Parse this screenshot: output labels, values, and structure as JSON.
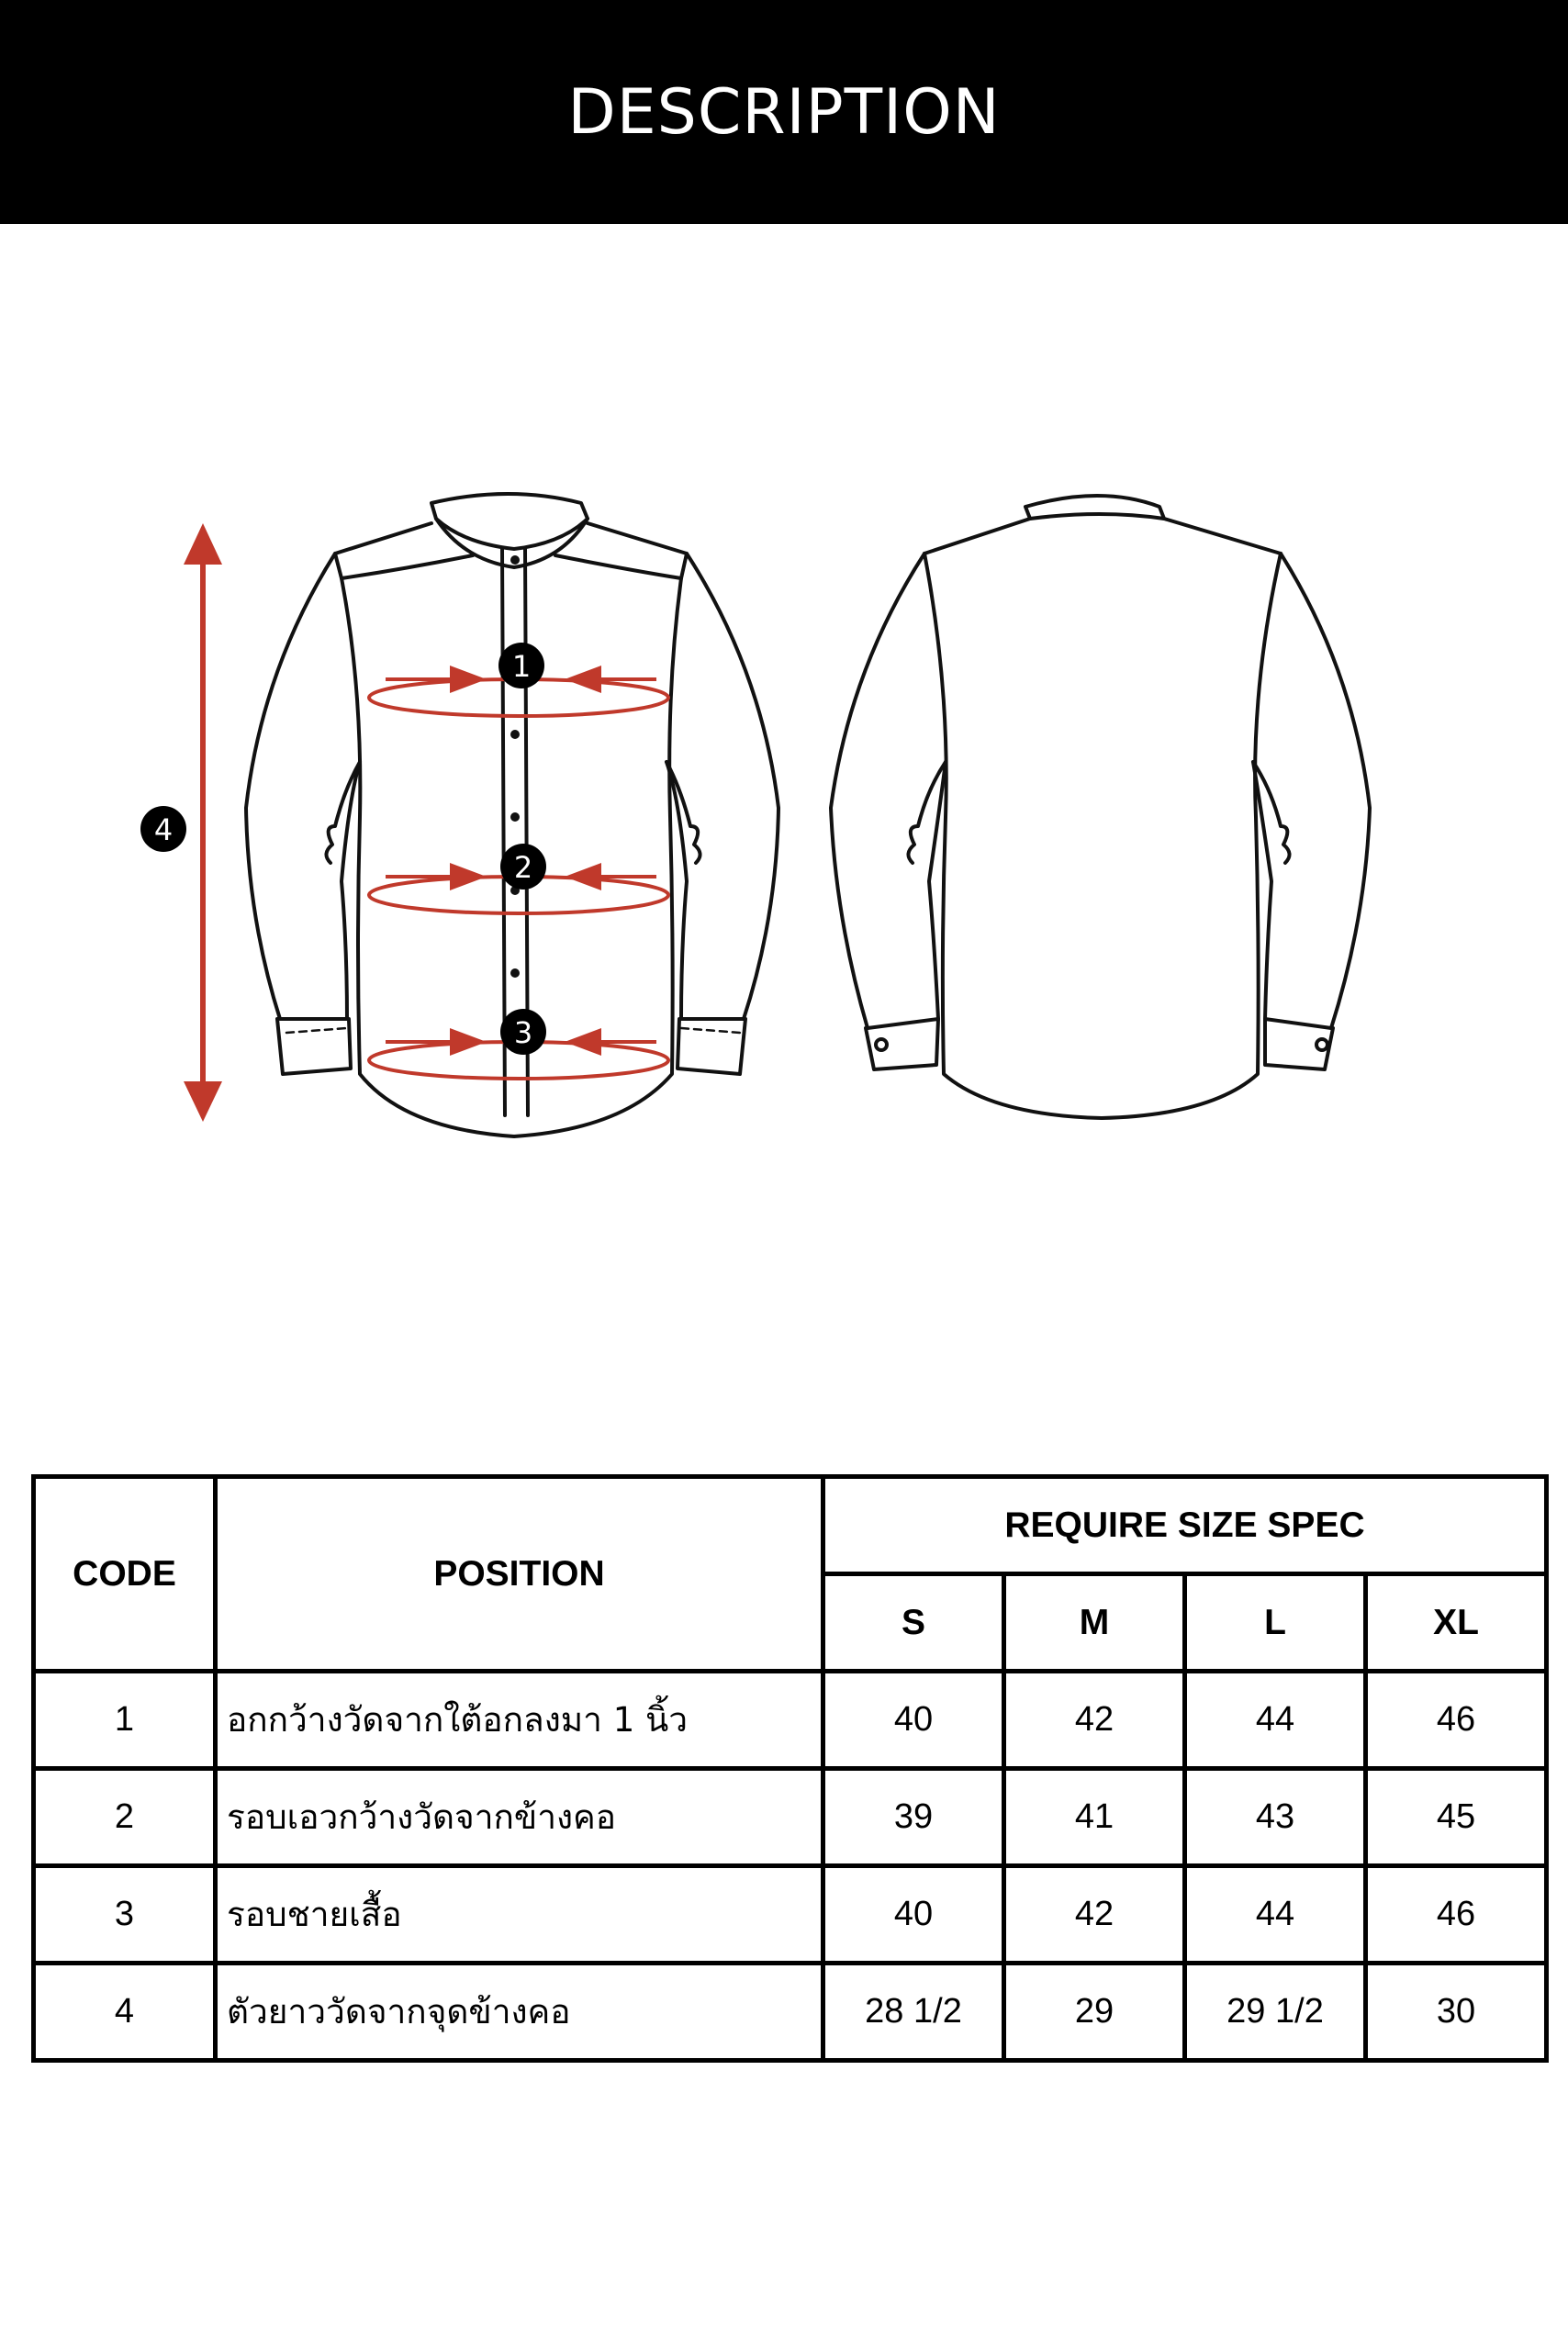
{
  "header": {
    "title": "DESCRIPTION"
  },
  "diagram": {
    "markers": [
      "1",
      "2",
      "3",
      "4"
    ],
    "colors": {
      "line": "#111111",
      "measure": "#c0392b",
      "badge": "#000000"
    }
  },
  "table": {
    "code_header": "CODE",
    "position_header": "POSITION",
    "spec_header": "REQUIRE SIZE SPEC",
    "sizes": [
      "S",
      "M",
      "L",
      "XL"
    ],
    "rows": [
      {
        "code": "1",
        "position": "อกกว้างวัดจากใต้อกลงมา 1 นิ้ว",
        "values": [
          "40",
          "42",
          "44",
          "46"
        ]
      },
      {
        "code": "2",
        "position": "รอบเอวกว้างวัดจากข้างคอ",
        "values": [
          "39",
          "41",
          "43",
          "45"
        ]
      },
      {
        "code": "3",
        "position": "รอบชายเสื้อ",
        "values": [
          "40",
          "42",
          "44",
          "46"
        ]
      },
      {
        "code": "4",
        "position": "ตัวยาววัดจากจุดข้างคอ",
        "values": [
          "28 1/2",
          "29",
          "29 1/2",
          "30"
        ]
      }
    ]
  }
}
